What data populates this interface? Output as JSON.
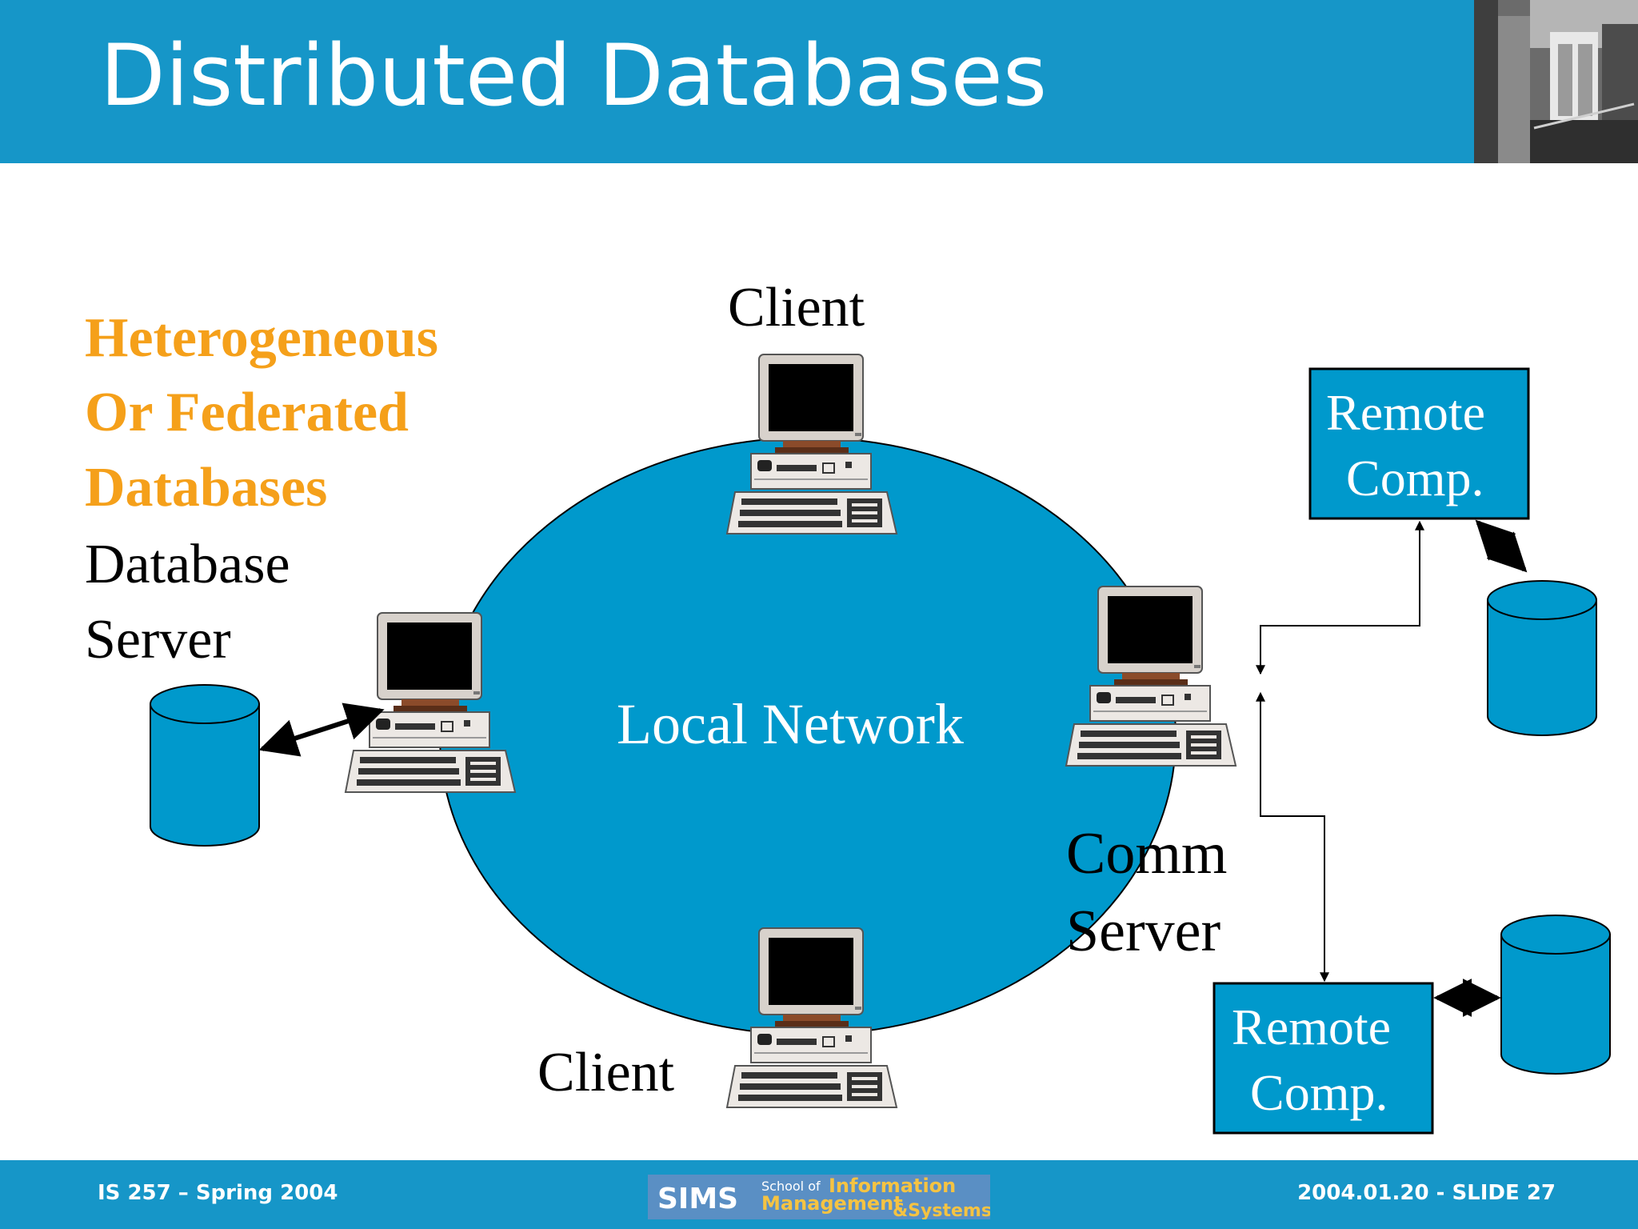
{
  "slide": {
    "title": "Distributed Databases",
    "heading_lines": [
      "Heterogeneous",
      "Or Federated",
      "Databases"
    ],
    "db_server_lines": [
      "Database",
      "Server"
    ],
    "network_label": "Local Network",
    "client_top": "Client",
    "client_bottom": "Client",
    "comm_server_lines": [
      "Comm",
      "Server"
    ],
    "remote_top_lines": [
      "Remote",
      "Comp."
    ],
    "remote_bottom_lines": [
      "Remote",
      "Comp."
    ]
  },
  "footer": {
    "course": "IS 257 – Spring 2004",
    "slide_ref": "2004.01.20 - SLIDE 27",
    "logo": {
      "sims": "SIMS",
      "school_of": "School of",
      "information": "Information",
      "management": "Management",
      "systems": "&Systems"
    }
  },
  "colors": {
    "brand_blue": "#1696c8",
    "network_blue": "#0099cc",
    "orange": "#f5a01a"
  }
}
